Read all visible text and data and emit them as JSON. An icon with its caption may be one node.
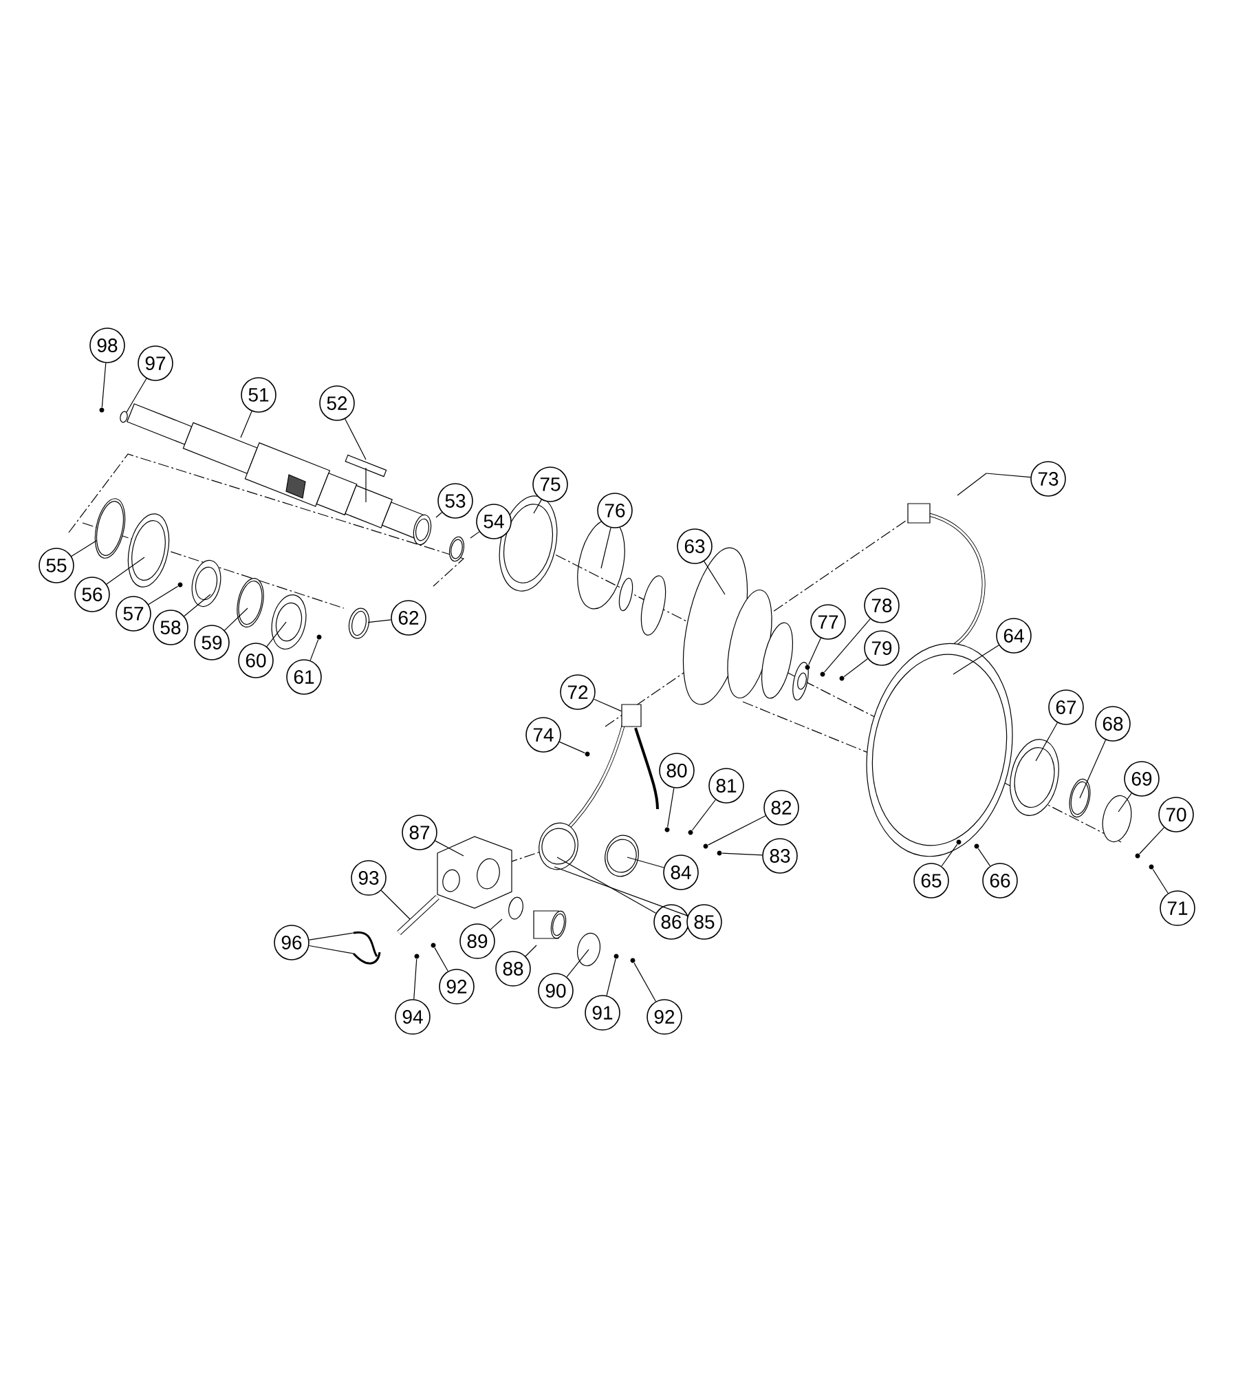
{
  "diagram": {
    "nodes": [
      {
        "text": [
          "98"
        ]
      },
      {
        "text": [
          "97"
        ]
      },
      {
        "text": [
          "51"
        ]
      },
      {
        "text": [
          "52"
        ]
      },
      {
        "text": [
          "53"
        ]
      },
      {
        "text": [
          "54"
        ]
      },
      {
        "text": [
          "75"
        ]
      },
      {
        "text": [
          "76"
        ]
      },
      {
        "text": [
          "73"
        ]
      },
      {
        "text": [
          "63"
        ]
      },
      {
        "text": [
          "55"
        ]
      },
      {
        "text": [
          "56"
        ]
      },
      {
        "text": [
          "57"
        ]
      },
      {
        "text": [
          "58"
        ]
      },
      {
        "text": [
          "62"
        ]
      },
      {
        "text": [
          "59"
        ]
      },
      {
        "text": [
          "64"
        ]
      },
      {
        "text": [
          "77"
        ]
      },
      {
        "text": [
          "78"
        ]
      },
      {
        "text": [
          "60"
        ]
      },
      {
        "text": [
          "79"
        ]
      },
      {
        "text": [
          "61"
        ]
      },
      {
        "text": [
          "72"
        ]
      },
      {
        "text": [
          "67"
        ]
      },
      {
        "text": [
          "68"
        ]
      },
      {
        "text": [
          "74"
        ]
      },
      {
        "text": [
          "80"
        ]
      },
      {
        "text": [
          "69"
        ]
      },
      {
        "text": [
          "81"
        ]
      },
      {
        "text": [
          "82"
        ]
      },
      {
        "text": [
          "70"
        ]
      },
      {
        "text": [
          "87"
        ]
      },
      {
        "text": [
          "83"
        ]
      },
      {
        "text": [
          "84"
        ]
      },
      {
        "text": [
          "93"
        ]
      },
      {
        "text": [
          "65"
        ]
      },
      {
        "text": [
          "66"
        ]
      },
      {
        "text": [
          "71"
        ]
      },
      {
        "text": [
          "86"
        ]
      },
      {
        "text": [
          "85"
        ]
      },
      {
        "text": [
          "96"
        ]
      },
      {
        "text": [
          "89"
        ]
      },
      {
        "text": [
          "92"
        ]
      },
      {
        "text": [
          "88"
        ]
      },
      {
        "text": [
          "90"
        ]
      },
      {
        "text": [
          "91"
        ]
      },
      {
        "text": [
          "92"
        ]
      },
      {
        "text": [
          "94"
        ]
      },
      {
        "text": [],
        "shape": "circle"
      },
      {
        "text": [],
        "shape": "circle"
      },
      {
        "text": [],
        "shape": "circle"
      },
      {
        "text": [],
        "shape": "circle"
      },
      {
        "text": [],
        "shape": "circle"
      },
      {
        "text": [],
        "shape": "circle"
      },
      {
        "text": [],
        "shape": "circle"
      },
      {
        "text": [],
        "shape": "circle"
      },
      {
        "text": [],
        "shape": "circle"
      },
      {
        "text": [],
        "shape": "circle"
      },
      {
        "text": [],
        "shape": "circle"
      },
      {
        "text": [],
        "shape": "circle"
      },
      {
        "text": [],
        "shape": "circle"
      },
      {
        "text": [],
        "shape": "circle"
      },
      {
        "text": [],
        "shape": "circle"
      },
      {
        "text": [],
        "shape": "circle"
      },
      {
        "text": [],
        "shape": "circle"
      },
      {
        "text": [],
        "shape": "circle"
      },
      {
        "text": [],
        "shape": "circle"
      },
      {
        "text": [],
        "shape": "box"
      },
      {
        "text": [],
        "shape": "ring"
      },
      {
        "text": [],
        "shape": "ring"
      }
    ],
    "edges": [
      {
        "from": 0,
        "to": 48,
        "arrow": "none"
      },
      {
        "from": 1,
        "to": 68,
        "arrow": "none"
      },
      {
        "from": 2,
        "to": null,
        "arrow": "none"
      },
      {
        "from": 3,
        "to": null,
        "arrow": "none"
      },
      {
        "from": 4,
        "to": null,
        "arrow": "none"
      },
      {
        "from": 5,
        "to": null,
        "arrow": "none"
      },
      {
        "from": 6,
        "to": null,
        "arrow": "none"
      },
      {
        "from": 7,
        "to": null,
        "arrow": "none"
      },
      {
        "from": 8,
        "to": null,
        "arrow": "none"
      },
      {
        "from": 9,
        "to": null,
        "arrow": "none"
      },
      {
        "from": 10,
        "to": null,
        "arrow": "none"
      },
      {
        "from": 11,
        "to": null,
        "arrow": "none"
      },
      {
        "from": 12,
        "to": 49,
        "arrow": "none"
      },
      {
        "from": 13,
        "to": null,
        "arrow": "none"
      },
      {
        "from": 14,
        "to": 69,
        "arrow": "none"
      },
      {
        "from": 15,
        "to": null,
        "arrow": "none"
      },
      {
        "from": 16,
        "to": null,
        "arrow": "none"
      },
      {
        "from": 17,
        "to": 60,
        "arrow": "none"
      },
      {
        "from": 18,
        "to": 61,
        "arrow": "none"
      },
      {
        "from": 19,
        "to": null,
        "arrow": "none"
      },
      {
        "from": 20,
        "to": 62,
        "arrow": "none"
      },
      {
        "from": 21,
        "to": 50,
        "arrow": "none"
      },
      {
        "from": 22,
        "to": 67,
        "arrow": "none"
      },
      {
        "from": 23,
        "to": null,
        "arrow": "none"
      },
      {
        "from": 24,
        "to": null,
        "arrow": "none"
      },
      {
        "from": 25,
        "to": 53,
        "arrow": "none"
      },
      {
        "from": 26,
        "to": 56,
        "arrow": "none"
      },
      {
        "from": 27,
        "to": null,
        "arrow": "none"
      },
      {
        "from": 28,
        "to": 57,
        "arrow": "none"
      },
      {
        "from": 29,
        "to": 58,
        "arrow": "none"
      },
      {
        "from": 30,
        "to": 65,
        "arrow": "none"
      },
      {
        "from": 31,
        "to": null,
        "arrow": "none"
      },
      {
        "from": 32,
        "to": 59,
        "arrow": "none"
      },
      {
        "from": 33,
        "to": null,
        "arrow": "none"
      },
      {
        "from": 34,
        "to": null,
        "arrow": "none"
      },
      {
        "from": 35,
        "to": 63,
        "arrow": "none"
      },
      {
        "from": 36,
        "to": 64,
        "arrow": "none"
      },
      {
        "from": 37,
        "to": 66,
        "arrow": "none"
      },
      {
        "from": 38,
        "to": null,
        "arrow": "none"
      },
      {
        "from": 39,
        "to": null,
        "arrow": "none"
      },
      {
        "from": 40,
        "to": null,
        "arrow": "none"
      },
      {
        "from": 41,
        "to": null,
        "arrow": "none"
      },
      {
        "from": 42,
        "to": 52,
        "arrow": "none"
      },
      {
        "from": 43,
        "to": null,
        "arrow": "none"
      },
      {
        "from": 44,
        "to": null,
        "arrow": "none"
      },
      {
        "from": 45,
        "to": 54,
        "arrow": "none"
      },
      {
        "from": 46,
        "to": 55,
        "arrow": "none"
      },
      {
        "from": 47,
        "to": 51,
        "arrow": "none"
      },
      {
        "from": 40,
        "to": null,
        "arrow": "none"
      }
    ]
  }
}
